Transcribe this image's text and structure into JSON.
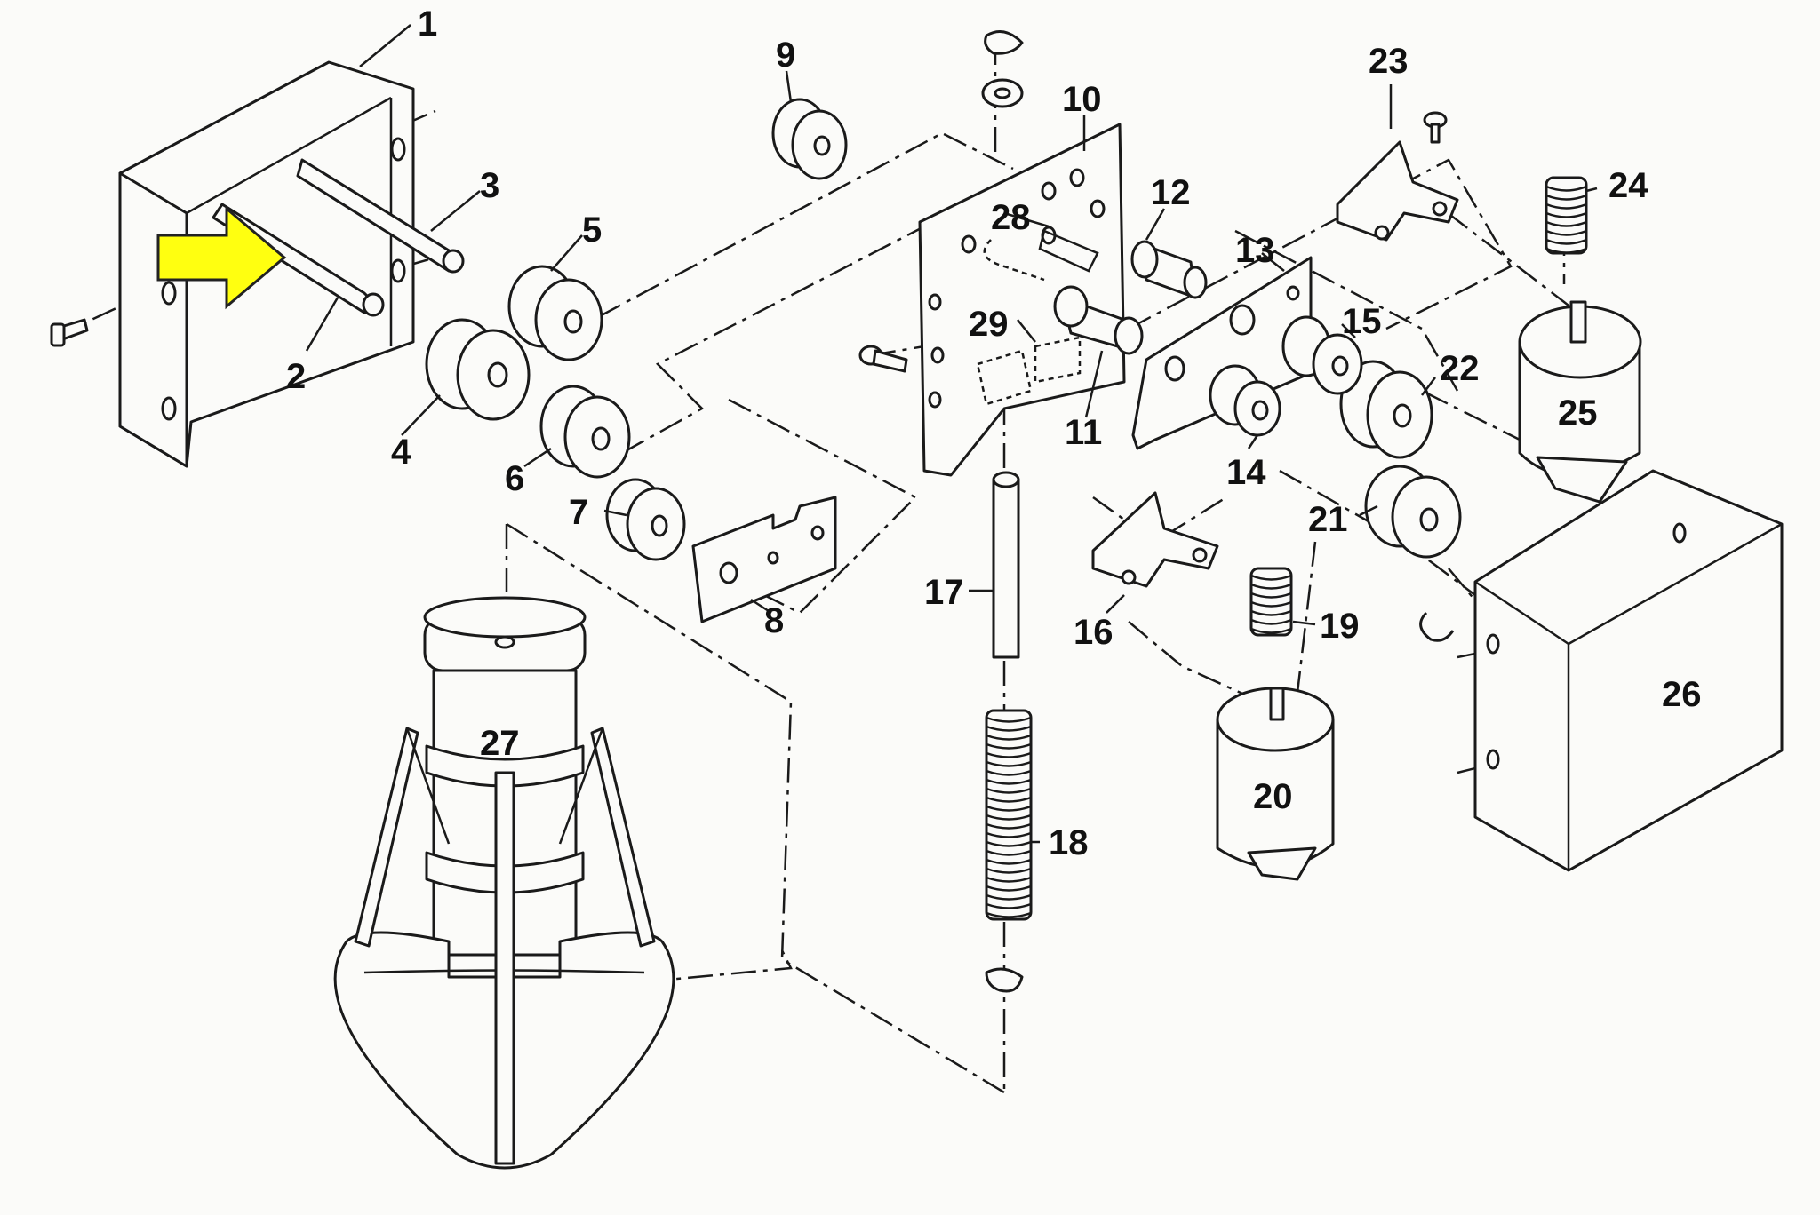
{
  "labels": [
    "1",
    "2",
    "3",
    "4",
    "5",
    "6",
    "7",
    "8",
    "9",
    "10",
    "11",
    "12",
    "13",
    "14",
    "15",
    "16",
    "17",
    "18",
    "19",
    "20",
    "21",
    "22",
    "23",
    "24",
    "25",
    "26",
    "27",
    "28",
    "29"
  ],
  "arrow": {
    "color": "#ffff10",
    "meaning": "highlighted-part-2"
  }
}
